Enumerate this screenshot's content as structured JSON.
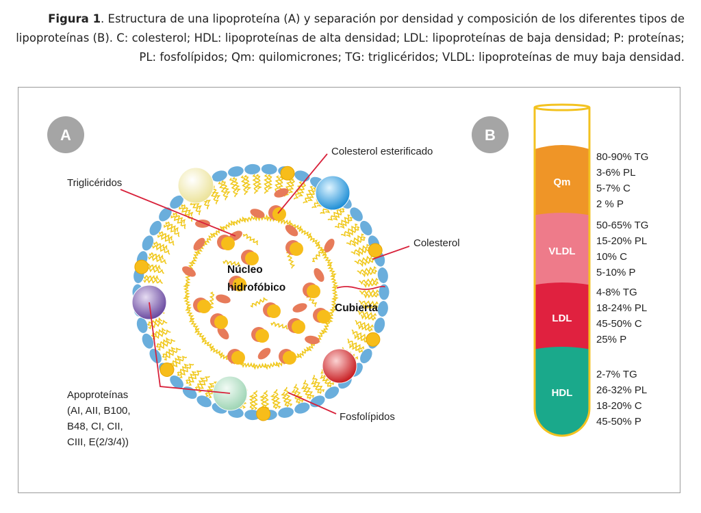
{
  "caption": {
    "label": "Figura 1",
    "text": ". Estructura de una lipoproteína (A) y separación por densidad y composición de los diferentes tipos de lipoproteínas (B). C: colesterol; HDL: lipoproteínas de alta densidad; LDL: lipoproteínas de baja densidad; P: proteínas; PL: fosfolípidos; Qm: quilomicrones; TG: triglicéridos; VLDL: lipoproteínas de muy baja densidad."
  },
  "panel_a": {
    "badge": "A",
    "labels": {
      "colesterol_esterificado": "Colesterol esterificado",
      "trigliceridos": "Triglicéridos",
      "colesterol": "Colesterol",
      "nucleo_1": "Núcleo",
      "nucleo_2": "hidrofóbico",
      "cubierta": "Cubierta",
      "fosfolipidos": "Fosfolípidos",
      "apo_1": "Apoproteínas",
      "apo_2": "(AI, AII, B100,",
      "apo_3": "B48, CI, CII,",
      "apo_4": "CIII, E(2/3/4))"
    }
  },
  "panel_b": {
    "badge": "B",
    "bands": [
      {
        "name": "Qm",
        "color": "#ef9527",
        "comp": [
          "80-90% TG",
          "3-6% PL",
          "5-7% C",
          "2 % P"
        ]
      },
      {
        "name": "VLDL",
        "color": "#ee7b8a",
        "comp": [
          "50-65% TG",
          "15-20% PL",
          "10% C",
          "5-10% P"
        ]
      },
      {
        "name": "LDL",
        "color": "#e0213f",
        "comp": [
          "4-8% TG",
          "18-24% PL",
          "45-50% C",
          "25% P"
        ]
      },
      {
        "name": "HDL",
        "color": "#1aa98b",
        "comp": [
          "2-7% TG",
          "26-32% PL",
          "18-20% C",
          "45-50% P"
        ]
      }
    ]
  },
  "colors": {
    "phospholipid_head": "#6aaedc",
    "cholesterol": "#f7bd1a",
    "ester": "#e77b5a",
    "tail": "#f0c81c",
    "pointer": "#d8213a",
    "badge": "#a5a5a5",
    "tube_outline": "#f3c21f"
  }
}
